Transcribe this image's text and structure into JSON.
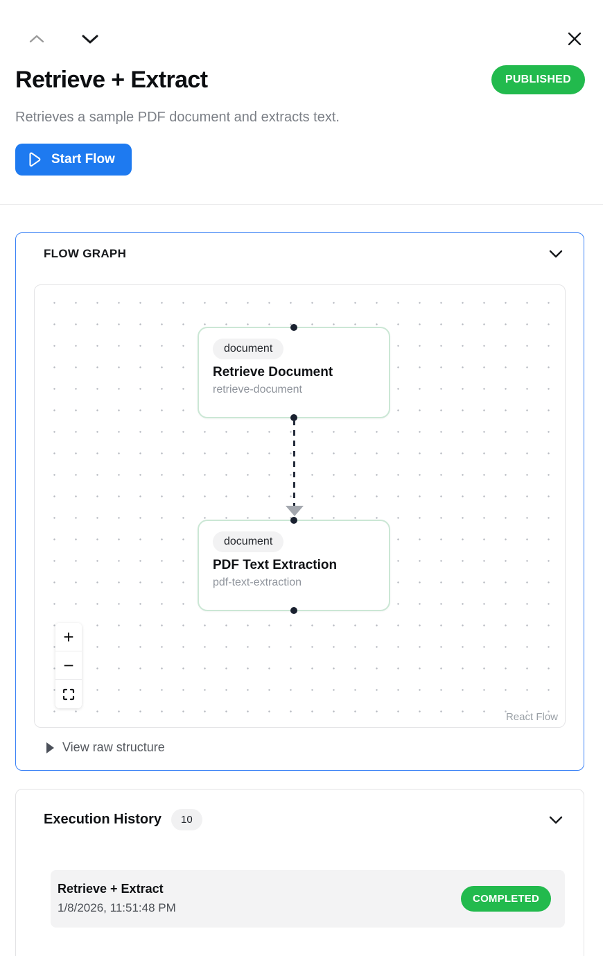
{
  "colors": {
    "accent_blue": "#1e7af0",
    "card_border_blue": "#3b82f6",
    "status_green": "#22ba4d",
    "node_border_green": "#cbe7d5",
    "edge_dark": "#242b3a",
    "text_gray": "#7c8087"
  },
  "header": {
    "title": "Retrieve + Extract",
    "status_badge": "PUBLISHED",
    "description": "Retrieves a sample PDF document and extracts text.",
    "start_button_label": "Start Flow"
  },
  "flow_graph": {
    "section_title": "FLOW GRAPH",
    "nodes": [
      {
        "tag": "document",
        "title": "Retrieve Document",
        "id": "retrieve-document"
      },
      {
        "tag": "document",
        "title": "PDF Text Extraction",
        "id": "pdf-text-extraction"
      }
    ],
    "controls": {
      "zoom_in": "+",
      "zoom_out": "−"
    },
    "attribution": "React Flow",
    "raw_structure_label": "View raw structure"
  },
  "execution_history": {
    "section_title": "Execution History",
    "count": "10",
    "items": [
      {
        "title": "Retrieve + Extract",
        "timestamp": "1/8/2026, 11:51:48 PM",
        "status": "COMPLETED"
      }
    ]
  }
}
